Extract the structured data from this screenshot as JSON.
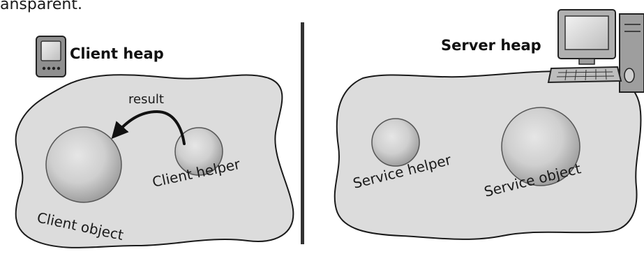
{
  "top_text": "ansparent.",
  "client": {
    "heap_label": "Client heap",
    "result_label": "result",
    "object_label": "Client object",
    "helper_label": "Client helper",
    "device_icon": "handheld-device-icon"
  },
  "server": {
    "heap_label": "Server heap",
    "helper_label": "Service helper",
    "object_label": "Service object",
    "device_icon": "desktop-computer-icon"
  }
}
